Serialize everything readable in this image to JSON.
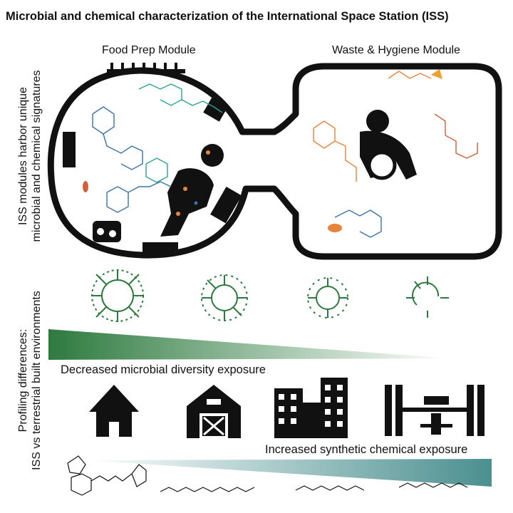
{
  "title": "Microbial and chemical characterization of the International Space Station (ISS)",
  "modules": {
    "left": "Food Prep Module",
    "right": "Waste & Hygiene Module"
  },
  "side_labels": {
    "top_line1": "ISS modules harbor unique",
    "top_line2": "microbial and chemical signatures",
    "bottom_line1": "Profiling differences:",
    "bottom_line2": "ISS vs terrestrial built environments"
  },
  "gradients": {
    "microbial": "Decreased microbial diversity exposure",
    "chemical": "Increased synthetic chemical exposure"
  },
  "environments": [
    "hut-icon",
    "barn-icon",
    "city-buildings-icon",
    "space-station-icon"
  ],
  "colors": {
    "microbial_green": "#2d7a3e",
    "chemical_teal": "#4a8f8f",
    "outline": "#111111",
    "chem_orange": "#e8843a",
    "chem_blue": "#3a72a8",
    "chem_teal": "#2aa198"
  }
}
